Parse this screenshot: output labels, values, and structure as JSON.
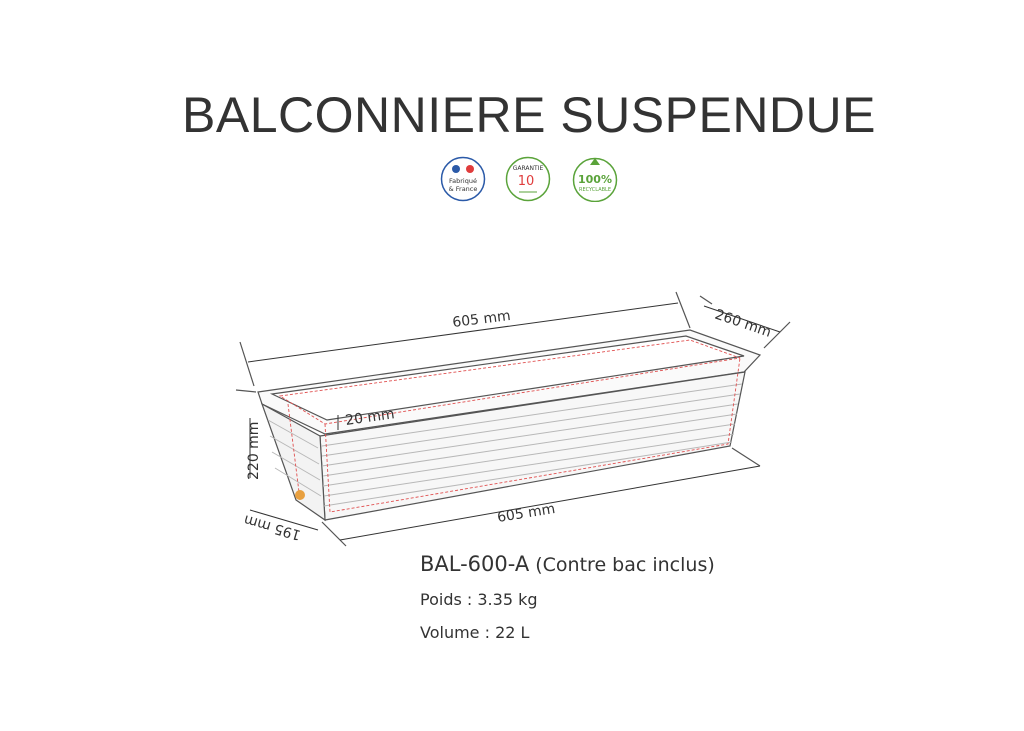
{
  "title": "BALCONNIERE SUSPENDUE",
  "badges": {
    "france": {
      "line1": "Fabriqué",
      "line2": "& France"
    },
    "garantie": {
      "label": "GARANTIE",
      "number": "10"
    },
    "recyclable": {
      "percent": "100%",
      "label": "RECYCLABLE"
    }
  },
  "dimensions": {
    "length_top": "605 mm",
    "depth": "260 mm",
    "height": "220 mm",
    "rim": "20 mm",
    "length_bottom": "605 mm",
    "base_depth": "195 mm"
  },
  "product": {
    "code": "BAL-600-A",
    "note": "(Contre bac inclus)",
    "weight": "Poids : 3.35 kg",
    "volume": "Volume : 22 L"
  },
  "colors": {
    "outline": "#555555",
    "accent_red": "#e05050",
    "accent_orange": "#e8a040",
    "green": "#5aa33a",
    "blue": "#2b5aa8"
  }
}
